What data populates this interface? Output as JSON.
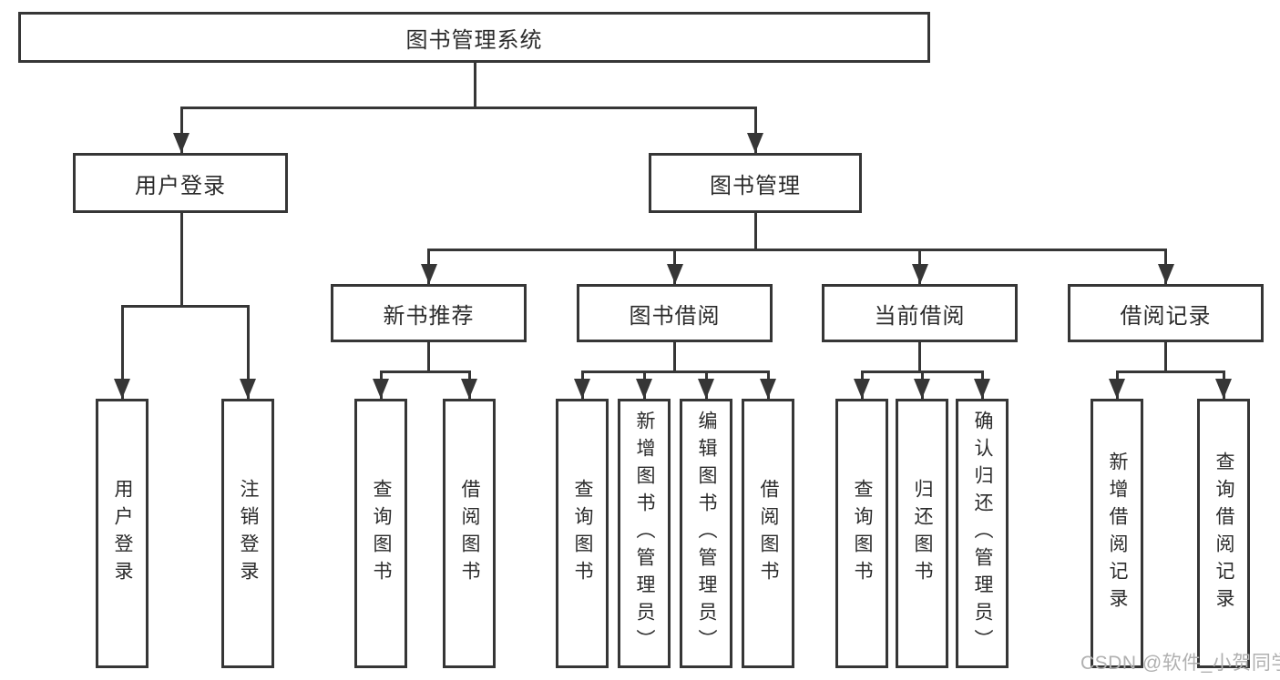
{
  "diagram_title": "图书管理系统",
  "colors": {
    "line": "#363636",
    "text": "#2b2b2b",
    "watermark": "#b0b0b0",
    "background": "#ffffff"
  },
  "tree": {
    "label": "图书管理系统",
    "children": [
      {
        "label": "用户登录",
        "children": [
          {
            "label": "用户登录"
          },
          {
            "label": "注销登录"
          }
        ]
      },
      {
        "label": "图书管理",
        "children": [
          {
            "label": "新书推荐",
            "children": [
              {
                "label": "查询图书"
              },
              {
                "label": "借阅图书"
              }
            ]
          },
          {
            "label": "图书借阅",
            "children": [
              {
                "label": "查询图书"
              },
              {
                "label": "新增图书（管理员）"
              },
              {
                "label": "编辑图书（管理员）"
              },
              {
                "label": "借阅图书"
              }
            ]
          },
          {
            "label": "当前借阅",
            "children": [
              {
                "label": "查询图书"
              },
              {
                "label": "归还图书"
              },
              {
                "label": "确认归还（管理员）"
              }
            ]
          },
          {
            "label": "借阅记录",
            "children": [
              {
                "label": "新增借阅记录"
              },
              {
                "label": "查询借阅记录"
              }
            ]
          }
        ]
      }
    ]
  },
  "watermark": "CSDN @软件_小贺同学"
}
